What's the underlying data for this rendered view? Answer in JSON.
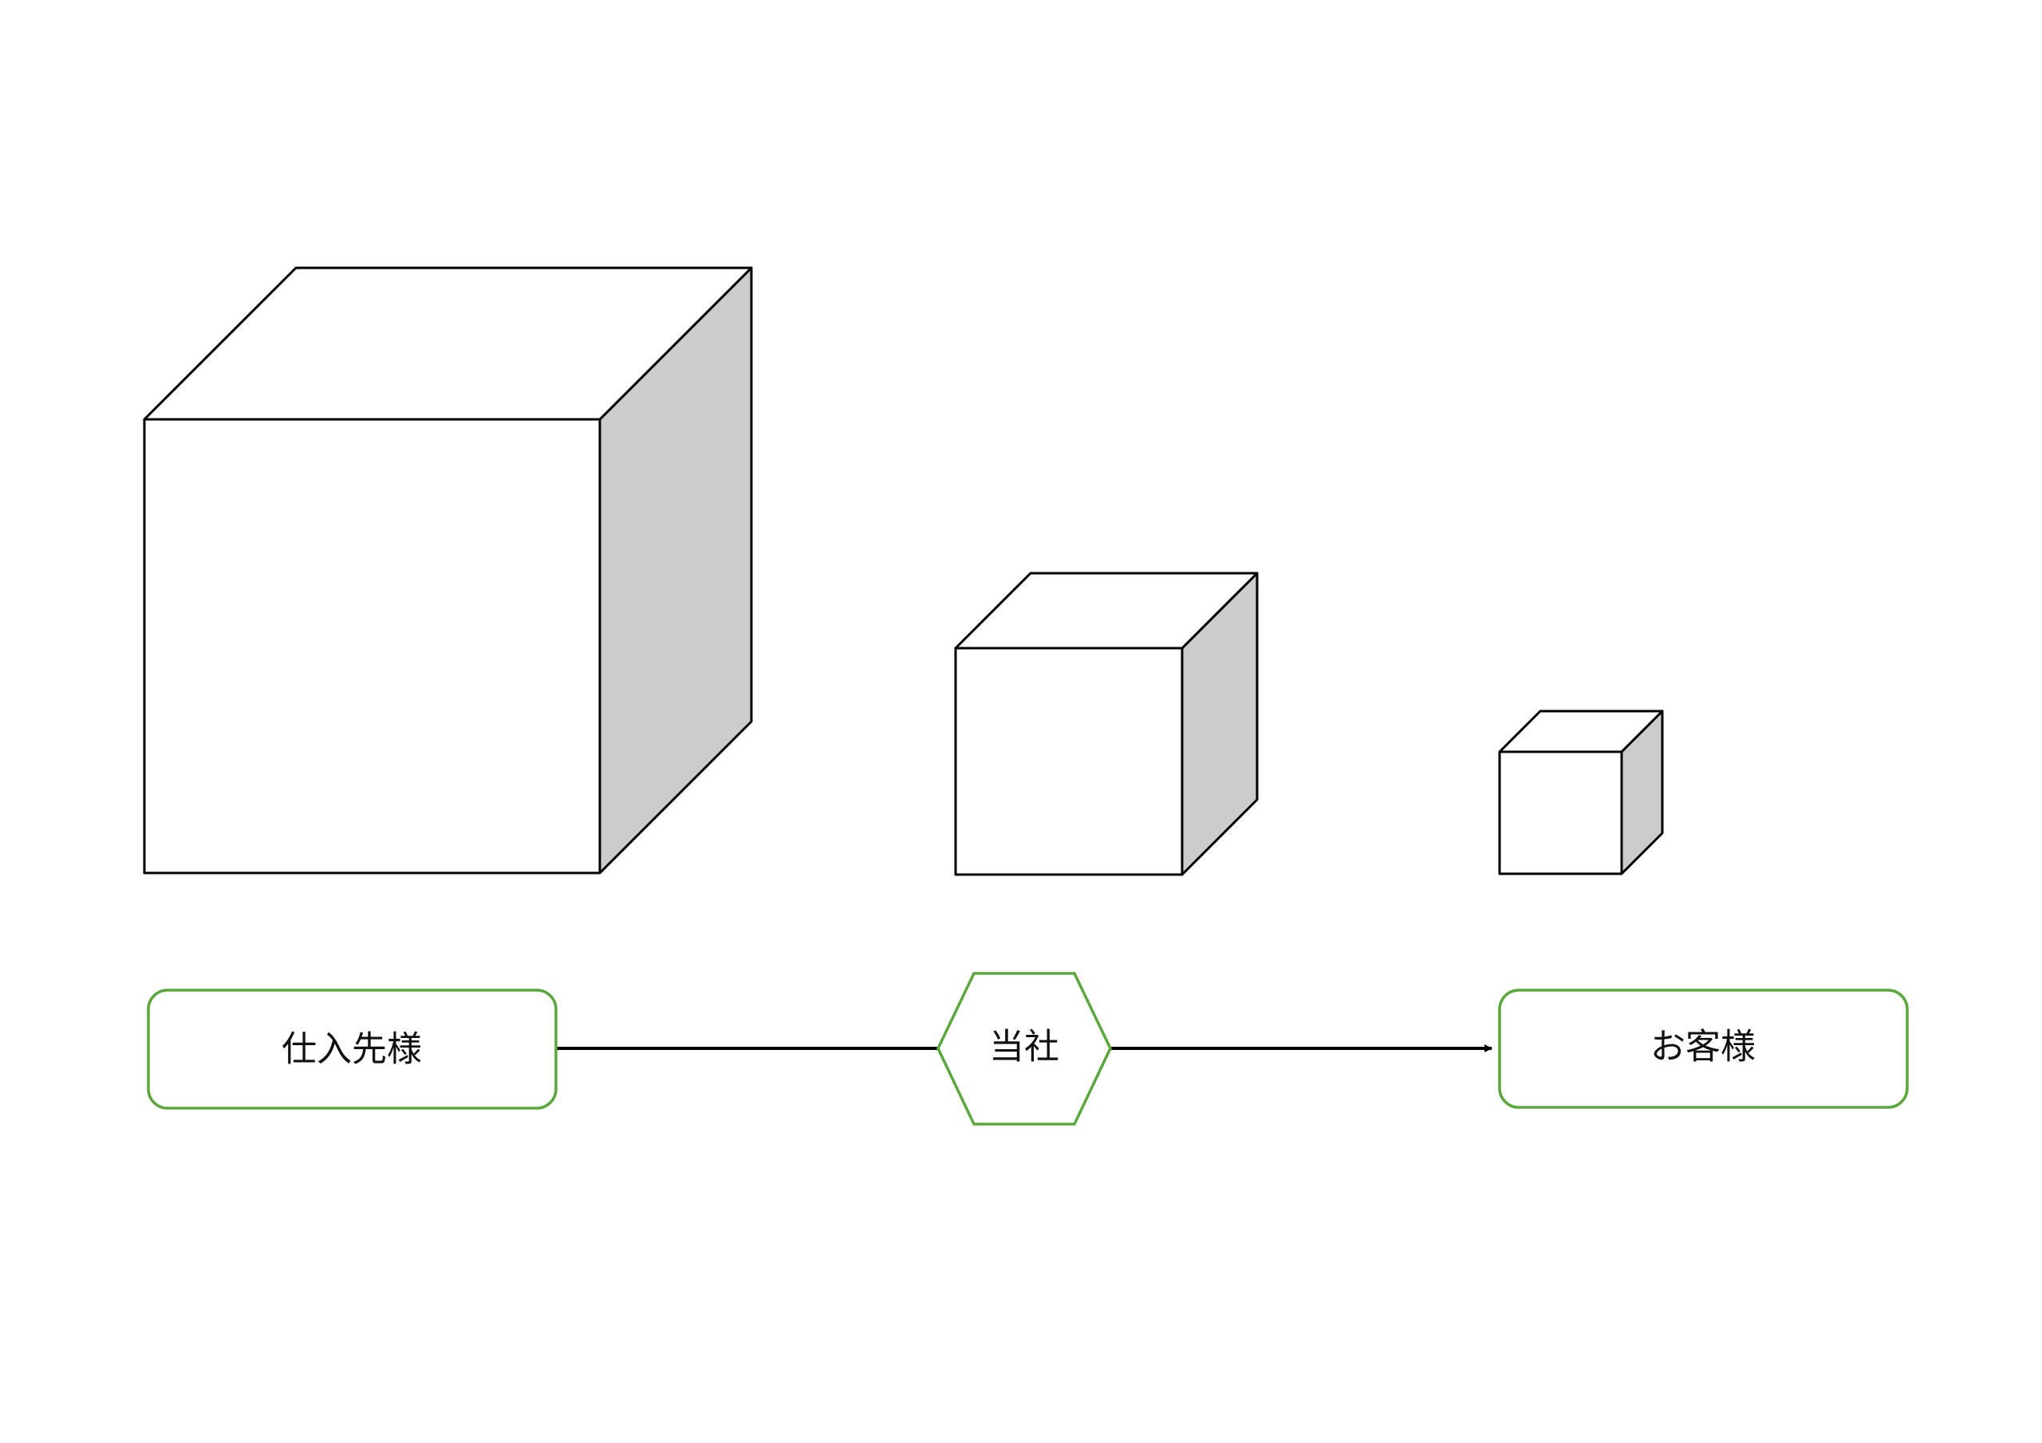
{
  "colors": {
    "node_border": "#5aa83c",
    "cube_side": "#cccccc",
    "line": "#000000",
    "background": "#ffffff"
  },
  "nodes": {
    "supplier": {
      "label": "仕入先様",
      "shape": "rounded-rectangle"
    },
    "company": {
      "label": "当社",
      "shape": "hexagon"
    },
    "customer": {
      "label": "お客様",
      "shape": "rounded-rectangle"
    }
  },
  "cubes": [
    {
      "represents": "supplier",
      "relative_size": "large"
    },
    {
      "represents": "company",
      "relative_size": "medium"
    },
    {
      "represents": "customer",
      "relative_size": "small"
    }
  ],
  "edges": [
    {
      "from": "supplier",
      "to": "company",
      "arrow": false
    },
    {
      "from": "company",
      "to": "customer",
      "arrow": true
    }
  ]
}
